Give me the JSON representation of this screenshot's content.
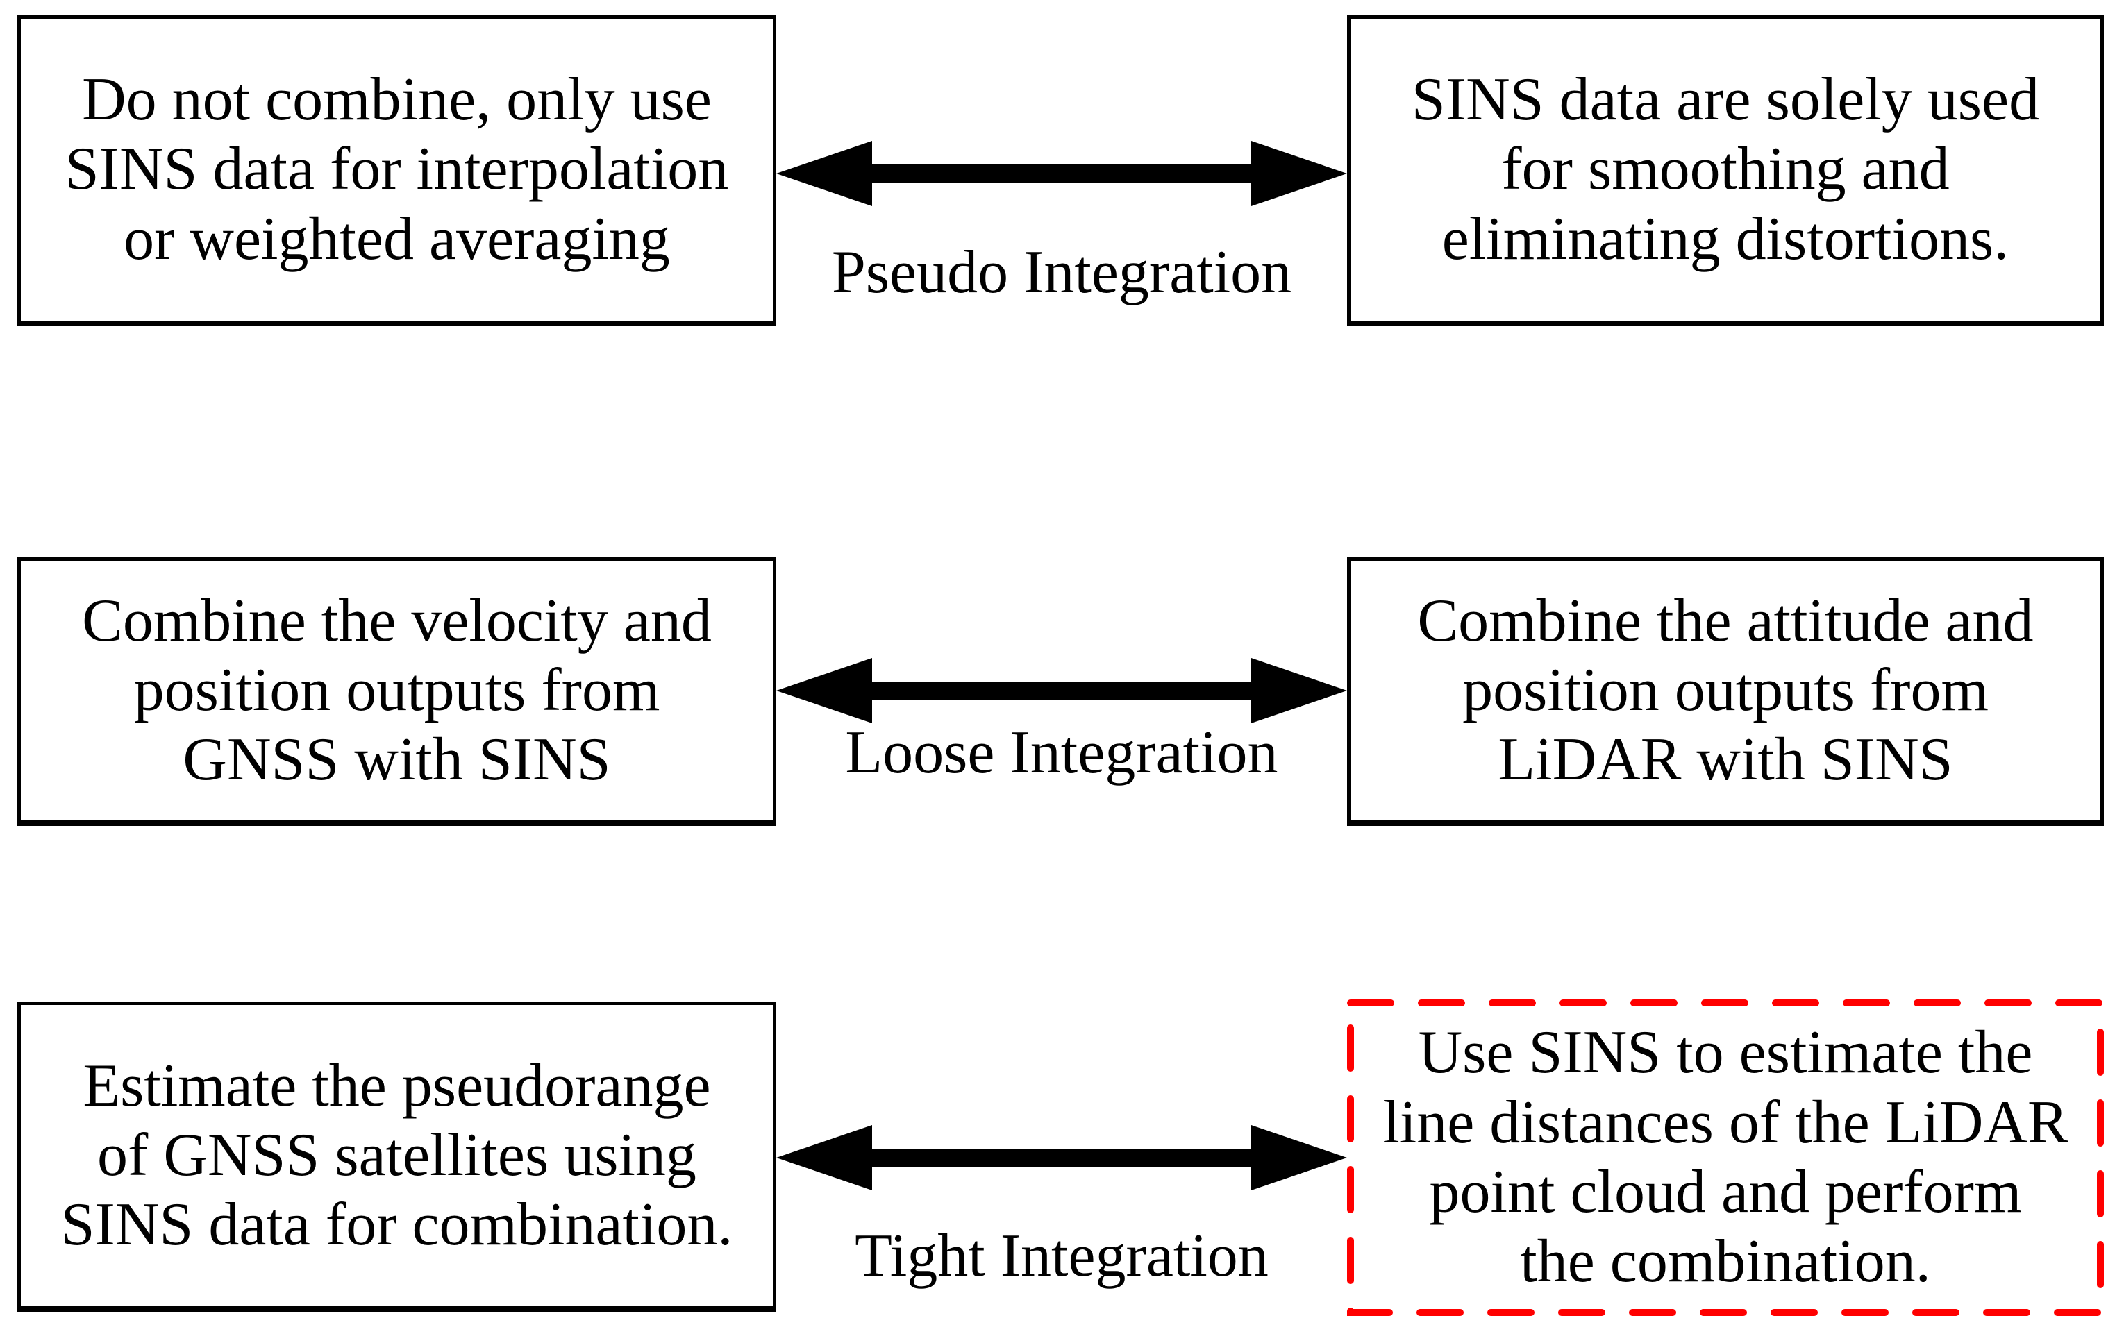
{
  "diagram": {
    "colors": {
      "box_border": "#000000",
      "highlight_border": "#ff0000",
      "arrow_fill": "#000000",
      "text": "#000000",
      "background": "#ffffff"
    },
    "rows": [
      {
        "left_box": {
          "text": "Do not combine, only use\nSINS data for interpolation\nor weighted averaging"
        },
        "arrow_label": "Pseudo Integration",
        "right_box": {
          "text": "SINS data are solely used\nfor smoothing and\neliminating distortions."
        }
      },
      {
        "left_box": {
          "text": "Combine the velocity and\nposition outputs from\nGNSS with SINS"
        },
        "arrow_label": "Loose Integration",
        "right_box": {
          "text": "Combine the attitude and\nposition outputs from\nLiDAR with SINS"
        }
      },
      {
        "left_box": {
          "text": "Estimate the pseudorange\nof GNSS satellites using\nSINS data for combination."
        },
        "arrow_label": "Tight Integration",
        "right_box": {
          "text": "Use SINS to estimate the\nline distances of the LiDAR\npoint cloud and perform\nthe combination."
        }
      }
    ]
  }
}
